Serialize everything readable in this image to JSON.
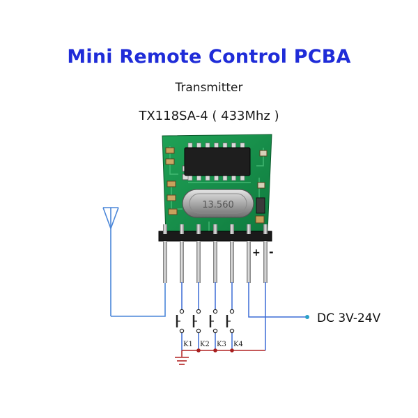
{
  "title": "Mini Remote Control PCBA",
  "subtitle": "Transmitter",
  "model": "TX118SA-4 ( 433Mhz )",
  "crystal_label": "13.560",
  "polarity": {
    "plus": "+",
    "minus": "-"
  },
  "power_label": "DC 3V-24V",
  "keys": [
    "K1",
    "K2",
    "K3",
    "K4"
  ],
  "colors": {
    "title": "#1f2cd8",
    "pcb": "#138a48",
    "wire": "#3b6bd6",
    "antenna": "#4a86d8",
    "ground": "#b22222",
    "junction": "#a61e1e",
    "power_terminal": "#2aa0c8"
  },
  "icons": [
    "antenna-icon",
    "ground-icon",
    "crystal-icon",
    "ic-chip-icon"
  ]
}
